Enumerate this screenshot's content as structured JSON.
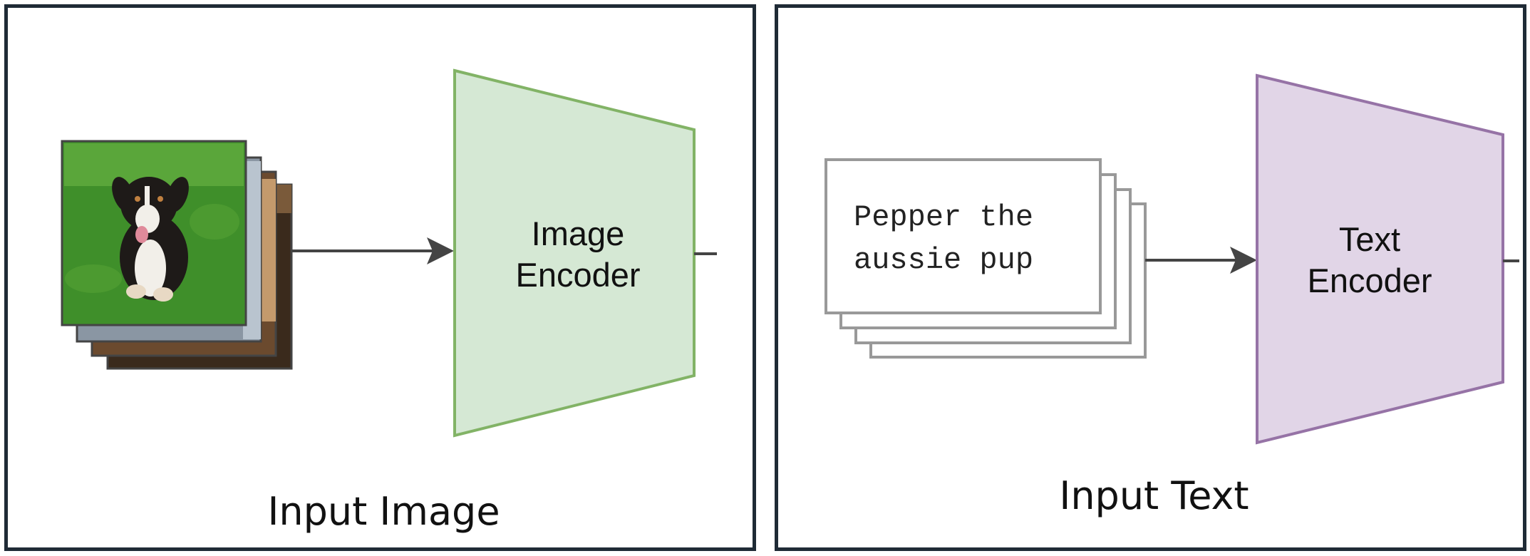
{
  "image_panel": {
    "caption": "Input Image",
    "encoder_label_line1": "Image",
    "encoder_label_line2": "Encoder",
    "encoder_fill": "#d5e8d4",
    "encoder_stroke": "#82b366"
  },
  "text_panel": {
    "caption": "Input Text",
    "encoder_label_line1": "Text",
    "encoder_label_line2": "Encoder",
    "encoder_fill": "#e1d5e7",
    "encoder_stroke": "#9673a6",
    "card_text_line1": "Pepper the",
    "card_text_line2": "aussie pup"
  },
  "icons": {
    "photo_stack": "dog-photo-stack-icon",
    "arrow": "arrow-right-icon"
  }
}
